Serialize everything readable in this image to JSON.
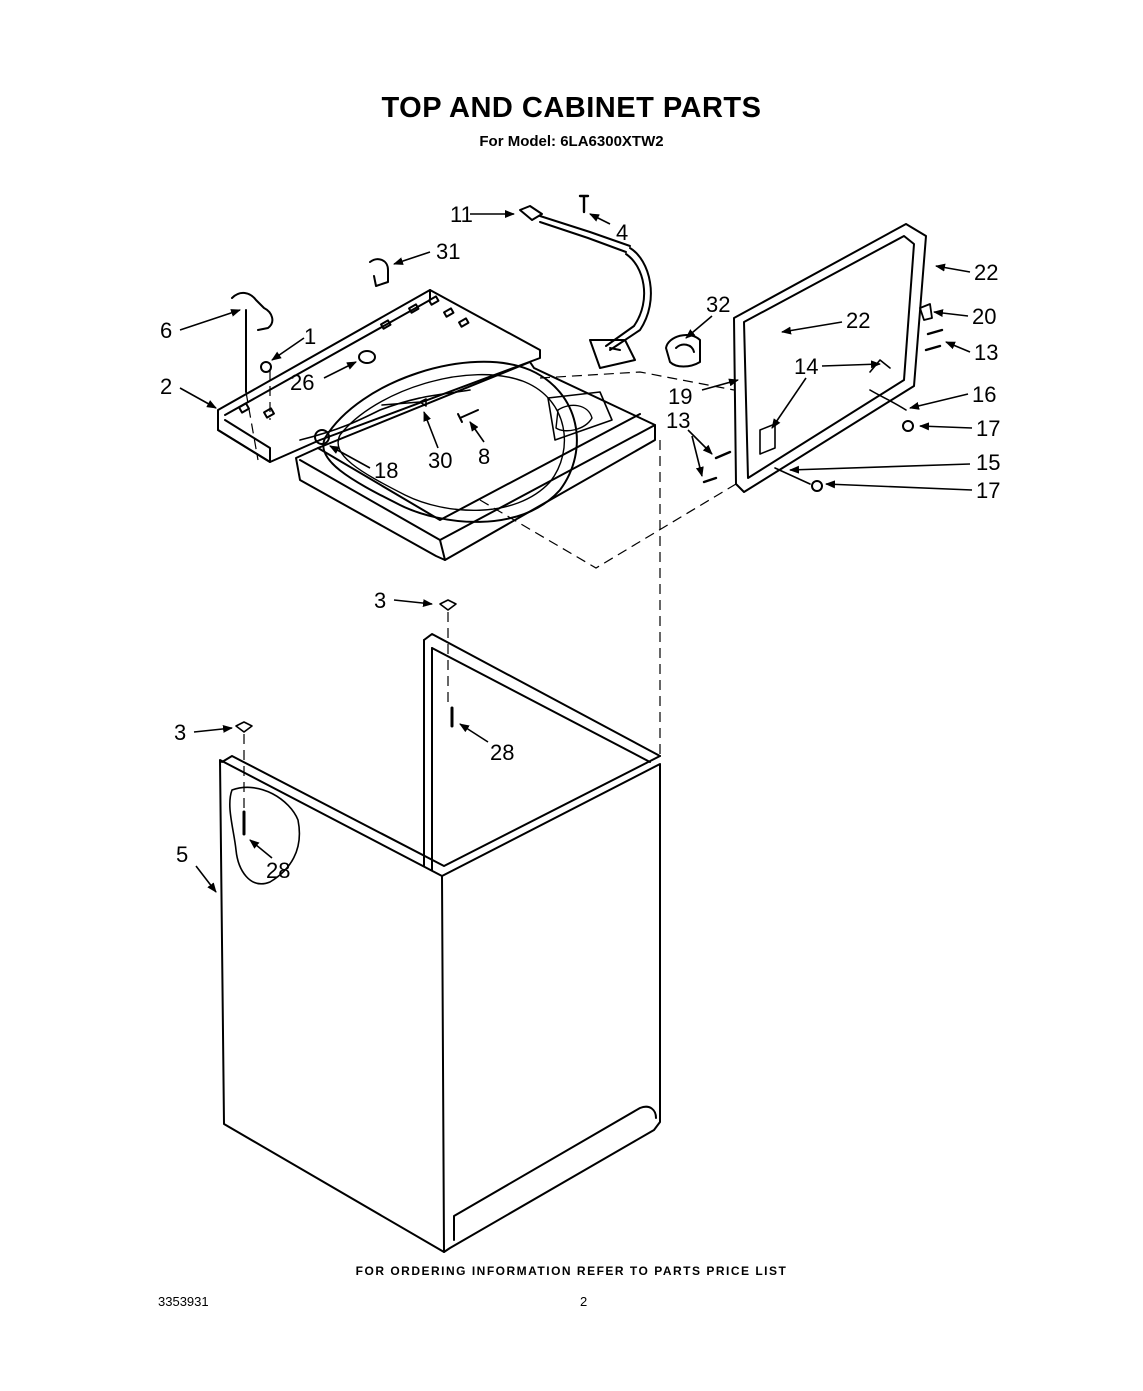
{
  "header": {
    "title": "TOP AND CABINET PARTS",
    "subtitle": "For Model: 6LA6300XTW2"
  },
  "callouts": [
    {
      "id": "c11",
      "text": "11"
    },
    {
      "id": "c4",
      "text": "4"
    },
    {
      "id": "c31",
      "text": "31"
    },
    {
      "id": "c6",
      "text": "6"
    },
    {
      "id": "c1",
      "text": "1"
    },
    {
      "id": "c26",
      "text": "26"
    },
    {
      "id": "c2",
      "text": "2"
    },
    {
      "id": "c18",
      "text": "18"
    },
    {
      "id": "c30",
      "text": "30"
    },
    {
      "id": "c8",
      "text": "8"
    },
    {
      "id": "c32",
      "text": "32"
    },
    {
      "id": "c19",
      "text": "19"
    },
    {
      "id": "c22a",
      "text": "22"
    },
    {
      "id": "c22b",
      "text": "22"
    },
    {
      "id": "c20",
      "text": "20"
    },
    {
      "id": "c13a",
      "text": "13"
    },
    {
      "id": "c14",
      "text": "14"
    },
    {
      "id": "c16",
      "text": "16"
    },
    {
      "id": "c13b",
      "text": "13"
    },
    {
      "id": "c17a",
      "text": "17"
    },
    {
      "id": "c15",
      "text": "15"
    },
    {
      "id": "c17b",
      "text": "17"
    },
    {
      "id": "c3a",
      "text": "3"
    },
    {
      "id": "c3b",
      "text": "3"
    },
    {
      "id": "c28a",
      "text": "28"
    },
    {
      "id": "c5",
      "text": "5"
    },
    {
      "id": "c28b",
      "text": "28"
    }
  ],
  "footer": {
    "note": "FOR ORDERING INFORMATION REFER TO PARTS PRICE LIST",
    "doc_number": "3353931",
    "page_number": "2"
  }
}
